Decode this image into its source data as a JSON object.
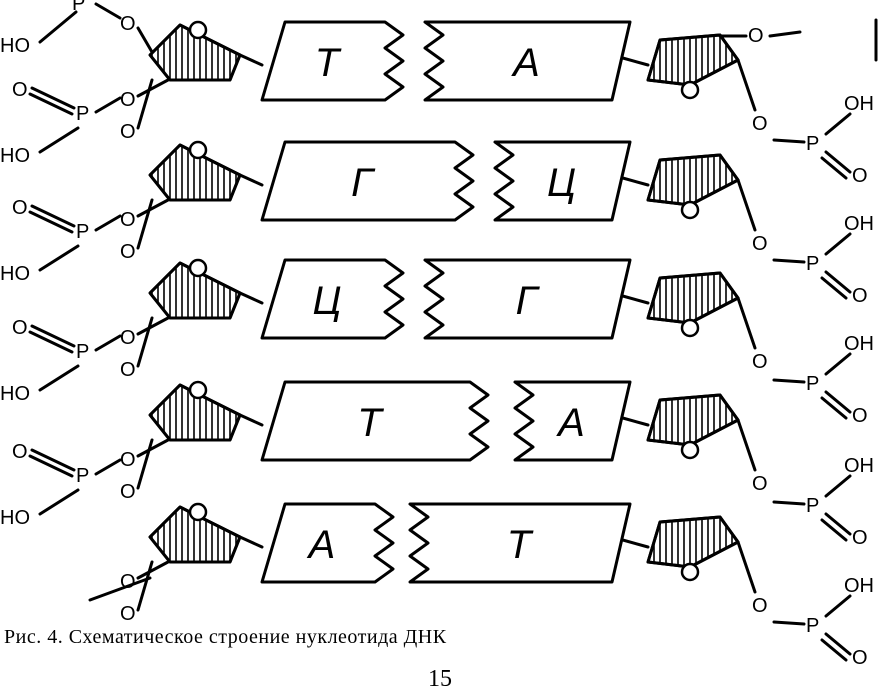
{
  "figure": {
    "atoms": {
      "oxygen": "O",
      "phosphorus": "P",
      "hydroxyl_left": "HO",
      "hydroxyl_right": "OH"
    },
    "pairs": [
      {
        "left": "Т",
        "right": "А"
      },
      {
        "left": "Г",
        "right": "Ц"
      },
      {
        "left": "Ц",
        "right": "Г"
      },
      {
        "left": "Т",
        "right": "А"
      },
      {
        "left": "А",
        "right": "Т"
      }
    ],
    "caption": "Рис. 4. Схематическое строение нуклеотида ДНК",
    "page_number": "15"
  }
}
